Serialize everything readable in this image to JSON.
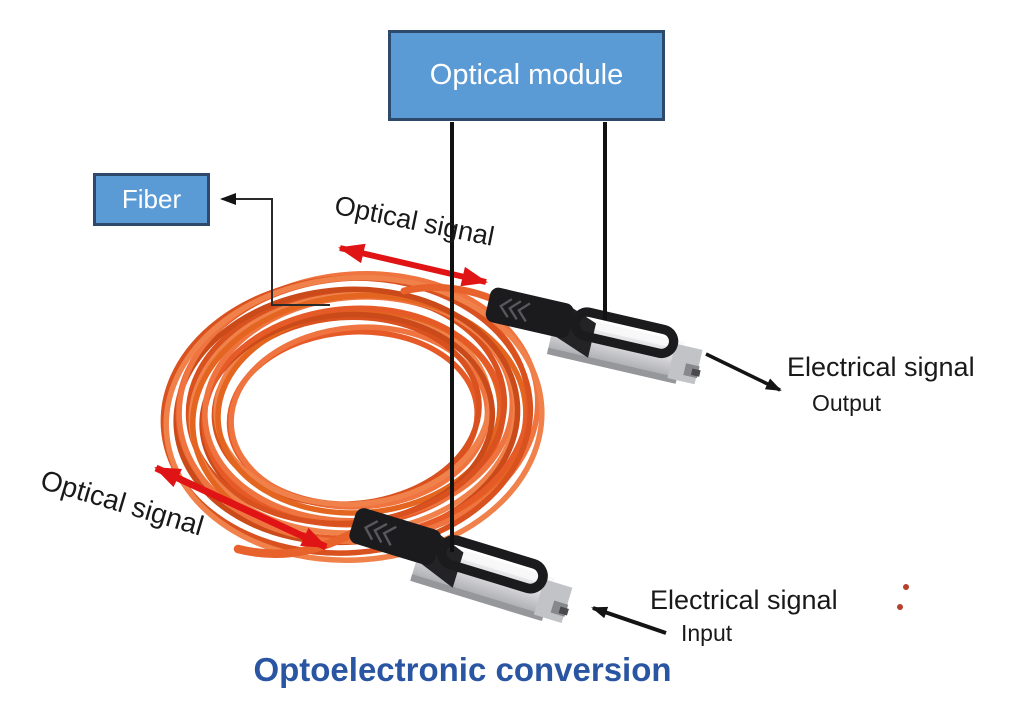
{
  "diagram": {
    "title": "Optoelectronic conversion",
    "optical_module_box": {
      "label": "Optical module"
    },
    "fiber_box": {
      "label": "Fiber"
    },
    "signal_labels": {
      "optical_top": "Optical signal",
      "optical_bottom": "Optical signal",
      "electrical_output_line1": "Electrical signal",
      "electrical_output_line2": "Output",
      "electrical_input_line1": "Electrical signal",
      "electrical_input_line2": "Input"
    },
    "colors": {
      "box_fill": "#5b9bd5",
      "box_border": "#2d4a6d",
      "title_blue": "#2a55a2",
      "arrow_red": "#e01414",
      "cable_orange": "#e8622b",
      "line_black": "#111111"
    }
  }
}
